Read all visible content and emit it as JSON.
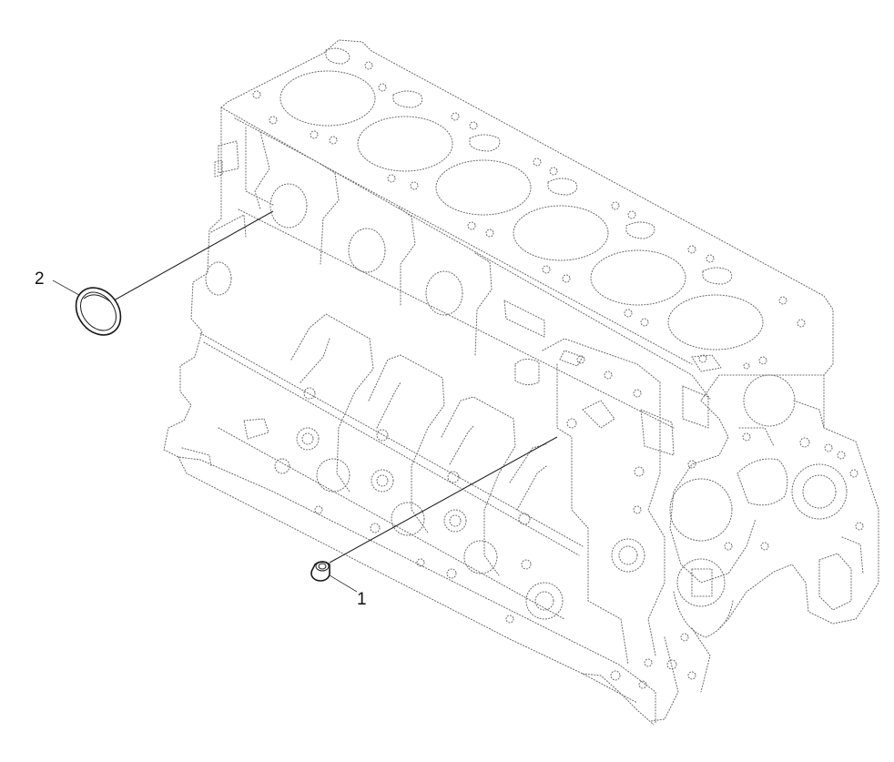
{
  "callouts": [
    {
      "number": "1",
      "part": "plug"
    },
    {
      "number": "2",
      "part": "seal-ring"
    }
  ],
  "colors": {
    "background": "#ffffff",
    "line": "#222222",
    "dotted": "#6f6f6f"
  }
}
